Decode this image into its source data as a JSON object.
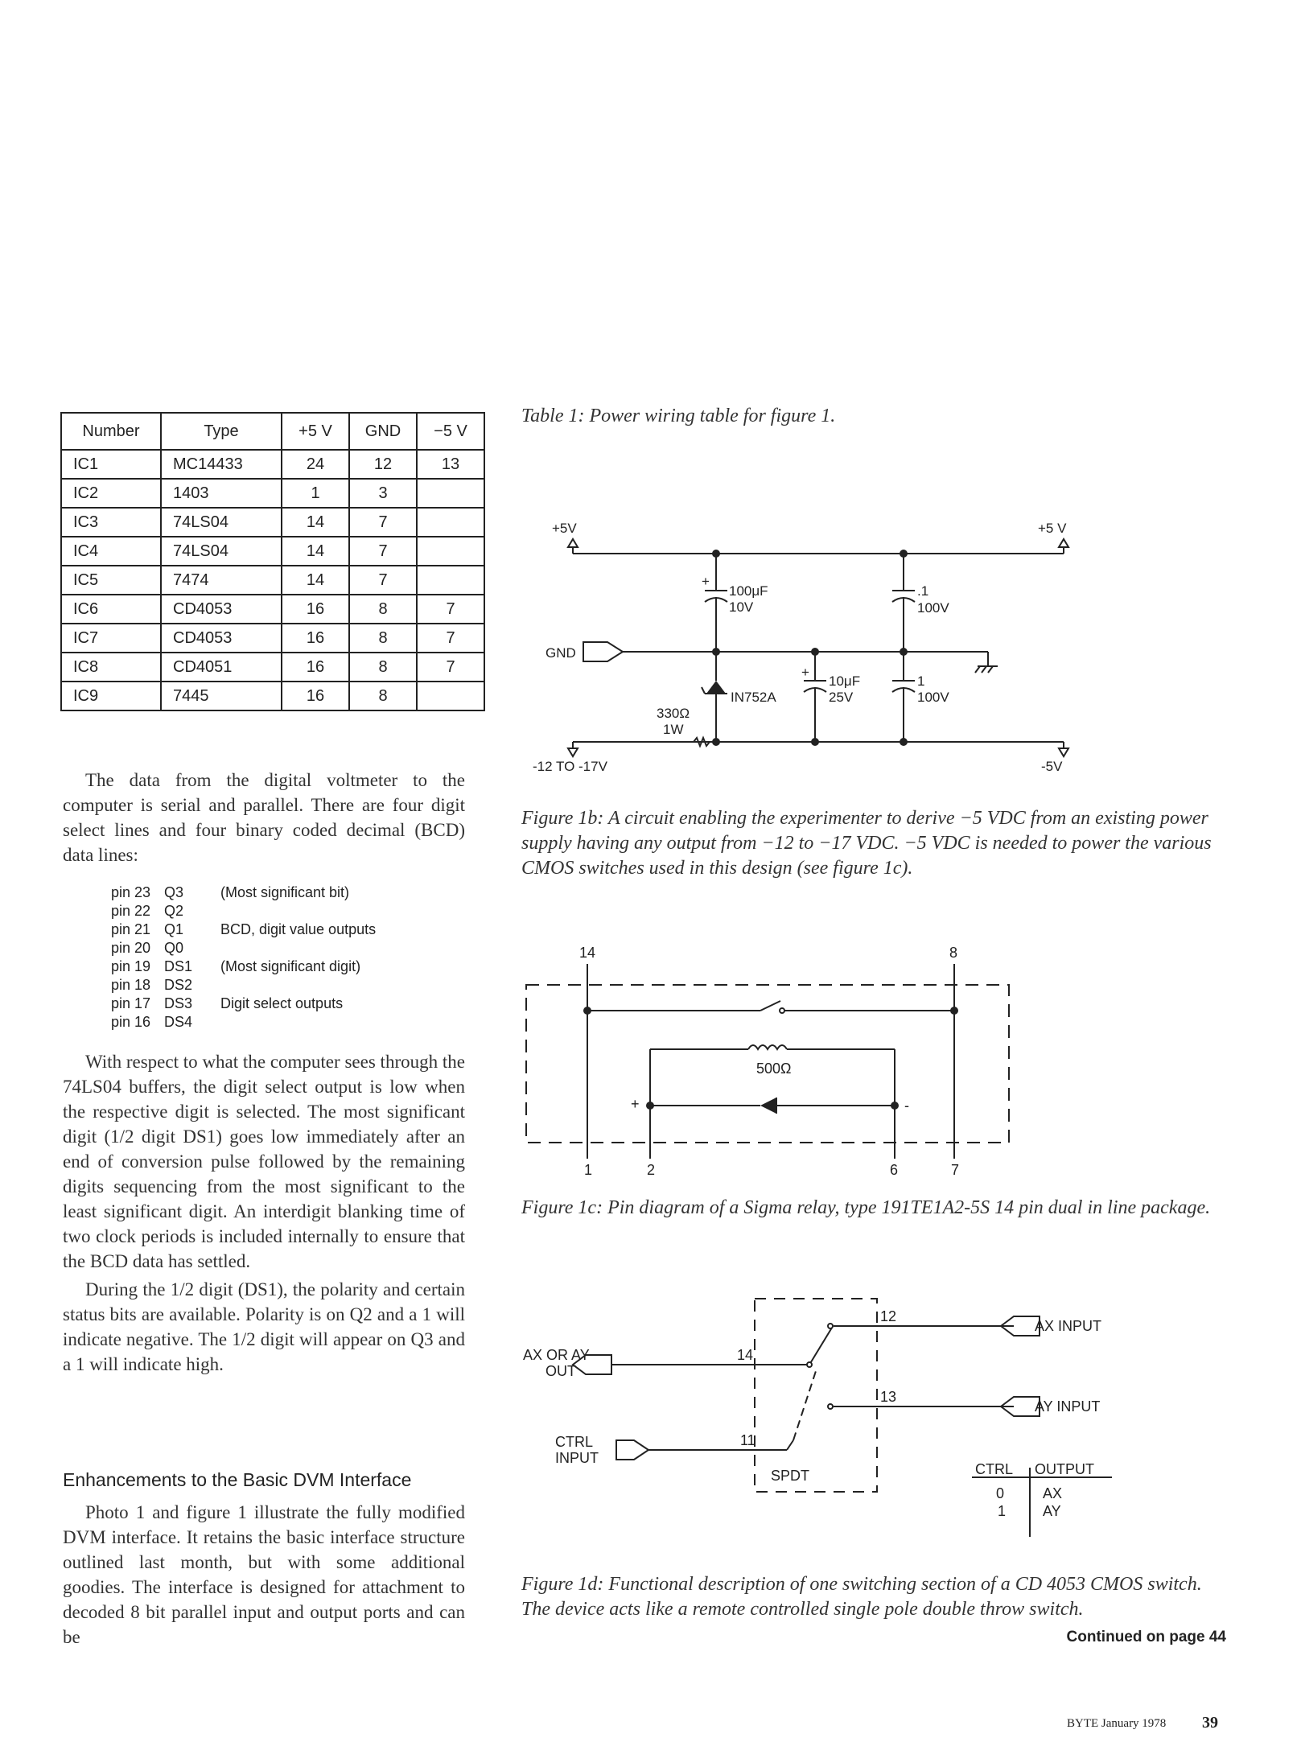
{
  "table": {
    "headers": [
      "Number",
      "Type",
      "+5 V",
      "GND",
      "−5 V"
    ],
    "rows": [
      [
        "IC1",
        "MC14433",
        "24",
        "12",
        "13"
      ],
      [
        "IC2",
        "1403",
        "1",
        "3",
        ""
      ],
      [
        "IC3",
        "74LS04",
        "14",
        "7",
        ""
      ],
      [
        "IC4",
        "74LS04",
        "14",
        "7",
        ""
      ],
      [
        "IC5",
        "7474",
        "14",
        "7",
        ""
      ],
      [
        "IC6",
        "CD4053",
        "16",
        "8",
        "7"
      ],
      [
        "IC7",
        "CD4053",
        "16",
        "8",
        "7"
      ],
      [
        "IC8",
        "CD4051",
        "16",
        "8",
        "7"
      ],
      [
        "IC9",
        "7445",
        "16",
        "8",
        ""
      ]
    ],
    "caption": "Table 1: Power wiring table for figure 1."
  },
  "para1": "The data from the digital voltmeter to the computer is serial and parallel. There are four digit select lines and four binary coded decimal (BCD) data lines:",
  "pins": [
    {
      "pin": "pin 23",
      "signal": "Q3",
      "desc": "(Most significant bit)"
    },
    {
      "pin": "pin 22",
      "signal": "Q2",
      "desc": ""
    },
    {
      "pin": "pin 21",
      "signal": "Q1",
      "desc": "BCD, digit value outputs"
    },
    {
      "pin": "pin 20",
      "signal": "Q0",
      "desc": ""
    },
    {
      "pin": "pin 19",
      "signal": "DS1",
      "desc": "(Most significant digit)"
    },
    {
      "pin": "pin 18",
      "signal": "DS2",
      "desc": ""
    },
    {
      "pin": "pin 17",
      "signal": "DS3",
      "desc": "Digit select outputs"
    },
    {
      "pin": "pin 16",
      "signal": "DS4",
      "desc": ""
    }
  ],
  "para2": "With respect to what the computer sees through the 74LS04 buffers, the digit select output is low when the respective digit is selected. The most significant digit (1/2 digit DS1) goes low immediately after an end of conversion pulse followed by the remaining digits sequencing from the most significant to the least significant digit. An interdigit blanking time of two clock periods is included internally to ensure that the BCD data has settled.",
  "para3": "During the 1/2 digit (DS1), the polarity and certain status bits are available. Polarity is on Q2 and a 1 will indicate negative. The 1/2 digit will appear on Q3 and a 1 will indicate high.",
  "heading": "Enhancements to the Basic DVM Interface",
  "para4": "Photo 1 and figure 1 illustrate the fully modified DVM interface. It retains the basic interface structure outlined last month, but with some additional goodies. The interface is designed for attachment to decoded 8 bit parallel input and output ports and can be",
  "fig1b": {
    "labels": {
      "v5_left": "+5V",
      "v5_right": "+5 V",
      "gnd": "GND",
      "c1a": "100μF",
      "c1b": "10V",
      "c2a": ".1",
      "c2b": "100V",
      "zener": "IN752A",
      "c3a": "10μF",
      "c3b": "25V",
      "c4a": "1",
      "c4b": "100V",
      "res_a": "330Ω",
      "res_b": "1W",
      "vin": "-12 TO -17V",
      "vout": "-5V",
      "plus": "+"
    },
    "caption": "Figure 1b: A circuit enabling the experimenter to derive −5 VDC from an existing power supply having any output from −12 to −17 VDC. −5 VDC is needed to power the various CMOS switches used in this design (see figure 1c)."
  },
  "fig1c": {
    "labels": {
      "p14": "14",
      "p8": "8",
      "p1": "1",
      "p2": "2",
      "p6": "6",
      "p7": "7",
      "res": "500Ω",
      "plus": "+",
      "minus": "-"
    },
    "caption": "Figure 1c: Pin diagram of a Sigma relay, type 191TE1A2-5S 14 pin dual in line package."
  },
  "fig1d": {
    "labels": {
      "p12": "12",
      "p13": "13",
      "p14": "14",
      "p11": "11",
      "axay_out_1": "AX OR AY",
      "axay_out_2": "OUT",
      "ctrl_in_1": "CTRL",
      "ctrl_in_2": "INPUT",
      "ax_input": "AX INPUT",
      "ay_input": "AY INPUT",
      "spdt": "SPDT",
      "th_ctrl": "CTRL",
      "th_out": "OUTPUT",
      "r0c": "0",
      "r0o": "AX",
      "r1c": "1",
      "r1o": "AY"
    },
    "caption": "Figure 1d: Functional description of one switching section of a CD 4053 CMOS switch. The device acts like a remote controlled single pole double throw switch."
  },
  "continued": "Continued on page 44",
  "footer": {
    "left": "BYTE January 1978",
    "page": "39"
  }
}
